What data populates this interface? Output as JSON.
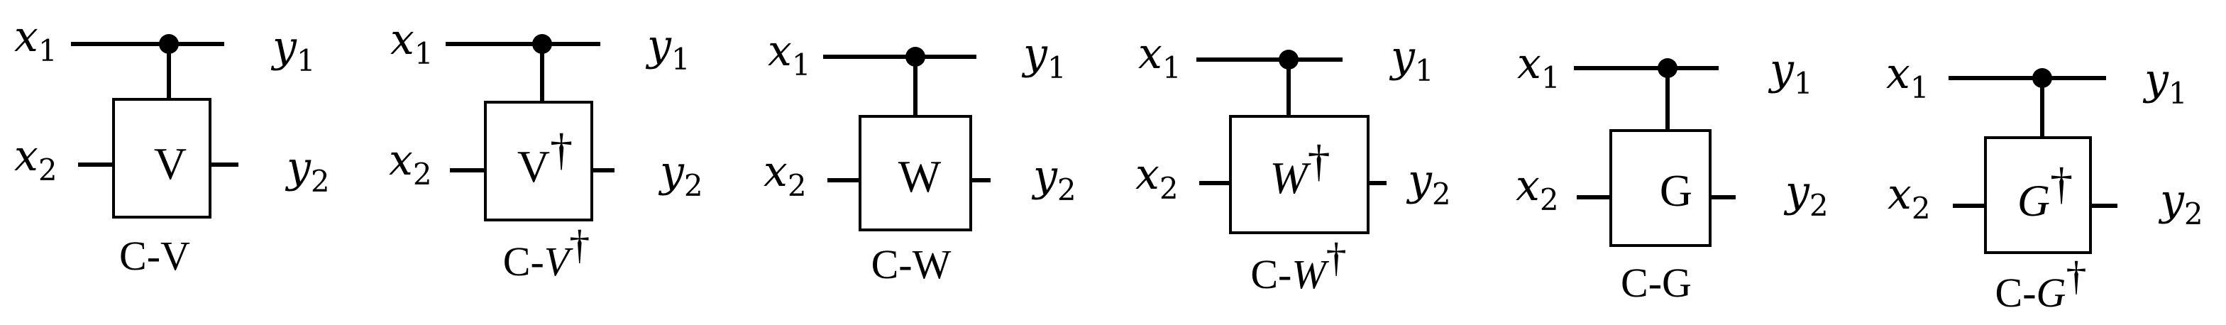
{
  "gates": [
    {
      "id": "cv",
      "x1": "x",
      "x1_sub": "1",
      "x2": "x",
      "x2_sub": "2",
      "y1": "y",
      "y1_sub": "1",
      "y2": "y",
      "y2_sub": "2",
      "gate_label": "V",
      "gate_dagger": "",
      "caption_prefix": "C-",
      "caption_main": "V",
      "caption_dagger": ""
    },
    {
      "id": "cvd",
      "x1": "x",
      "x1_sub": "1",
      "x2": "x",
      "x2_sub": "2",
      "y1": "y",
      "y1_sub": "1",
      "y2": "y",
      "y2_sub": "2",
      "gate_label": "V",
      "gate_dagger": "†",
      "caption_prefix": "C-",
      "caption_main": "V",
      "caption_dagger": "†"
    },
    {
      "id": "cw",
      "x1": "x",
      "x1_sub": "1",
      "x2": "x",
      "x2_sub": "2",
      "y1": "y",
      "y1_sub": "1",
      "y2": "y",
      "y2_sub": "2",
      "gate_label": "W",
      "gate_dagger": "",
      "caption_prefix": "C-",
      "caption_main": "W",
      "caption_dagger": ""
    },
    {
      "id": "cwd",
      "x1": "x",
      "x1_sub": "1",
      "x2": "x",
      "x2_sub": "2",
      "y1": "y",
      "y1_sub": "1",
      "y2": "y",
      "y2_sub": "2",
      "gate_label": "W",
      "gate_dagger": "†",
      "caption_prefix": "C-",
      "caption_main": "W",
      "caption_dagger": "†"
    },
    {
      "id": "cg",
      "x1": "x",
      "x1_sub": "1",
      "x2": "x",
      "x2_sub": "2",
      "y1": "y",
      "y1_sub": "1",
      "y2": "y",
      "y2_sub": "2",
      "gate_label": "G",
      "gate_dagger": "",
      "caption_prefix": "C-",
      "caption_main": "G",
      "caption_dagger": ""
    },
    {
      "id": "cgd",
      "x1": "x",
      "x1_sub": "1",
      "x2": "x",
      "x2_sub": "2",
      "y1": "y",
      "y1_sub": "1",
      "y2": "y",
      "y2_sub": "2",
      "gate_label": "G",
      "gate_dagger": "†",
      "caption_prefix": "C-",
      "caption_main": "G",
      "caption_dagger": "†"
    }
  ]
}
